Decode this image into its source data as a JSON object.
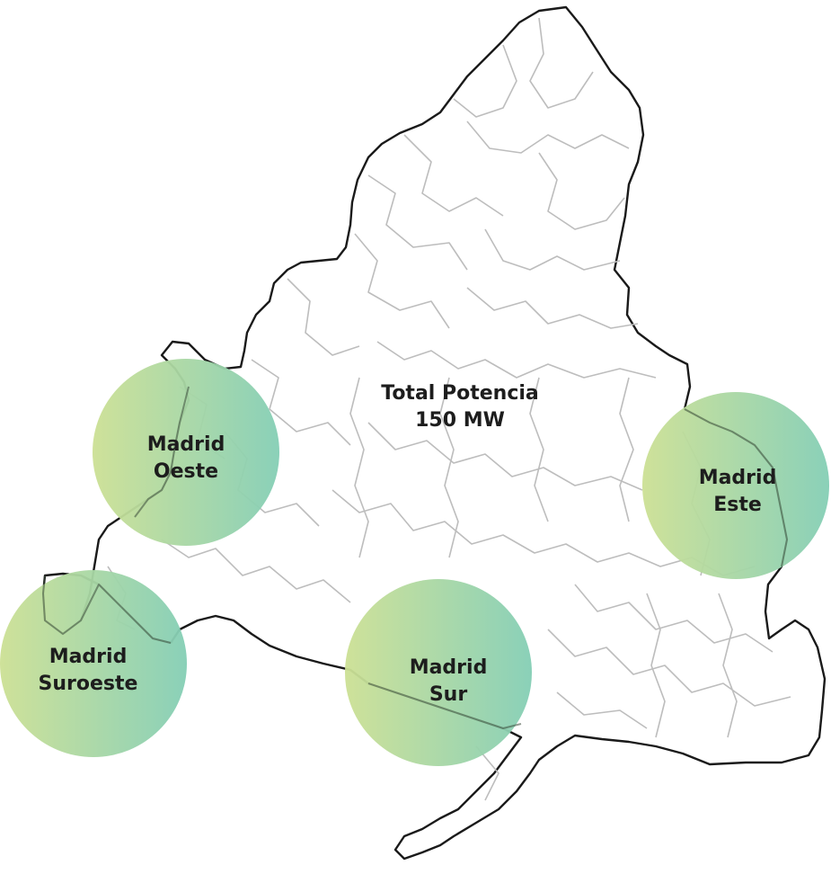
{
  "map": {
    "total": {
      "line1": "Total Potencia",
      "line2": "150 MW"
    },
    "regions": [
      {
        "id": "oeste",
        "line1": "Madrid",
        "line2": "Oeste"
      },
      {
        "id": "este",
        "line1": "Madrid",
        "line2": "Este"
      },
      {
        "id": "suroeste",
        "line1": "Madrid",
        "line2": "Suroeste"
      },
      {
        "id": "sur",
        "line1": "Madrid",
        "line2": "Sur"
      }
    ],
    "colors": {
      "circle_start": "#c9df95",
      "circle_end": "#86cfb3",
      "outline": "#1a1a1a",
      "municipality_border": "#bdbdbd"
    }
  }
}
